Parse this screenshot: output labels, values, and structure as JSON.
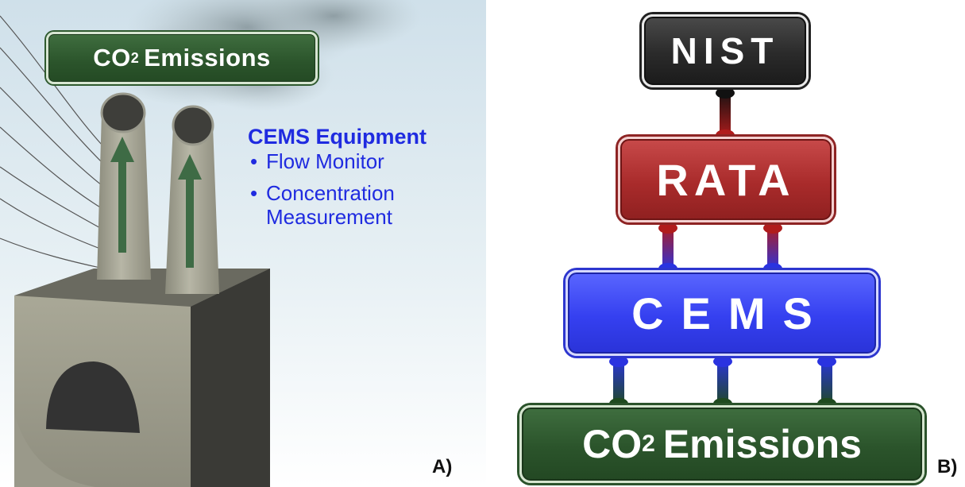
{
  "panel_a": {
    "badge": {
      "prefix": "CO",
      "subscript": "2",
      "suffix": "Emissions"
    },
    "equipment": {
      "title": "CEMS Equipment",
      "items": [
        "Flow Monitor",
        "Concentration Measurement"
      ],
      "bullet": "•"
    },
    "label": "A)"
  },
  "panel_b": {
    "nodes": {
      "nist": "NIST",
      "rata": "RATA",
      "cems": "CEMS",
      "co2": {
        "prefix": "CO",
        "subscript": "2",
        "suffix": "Emissions"
      }
    },
    "label": "B)"
  },
  "colors": {
    "nist": "#2a2a2a",
    "rata": "#a92b2b",
    "cems": "#3540f0",
    "co2": "#2b542b",
    "equipment_text": "#1f2be0",
    "arrow": "#3e6b45"
  }
}
